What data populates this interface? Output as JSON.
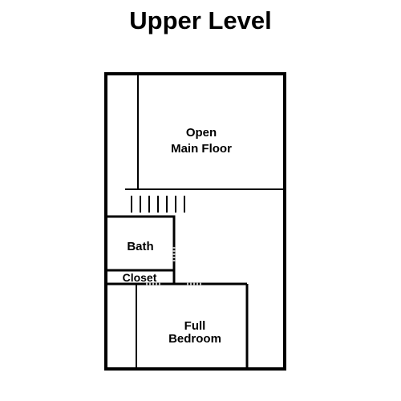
{
  "title": "Upper Level",
  "rooms": {
    "main_floor": {
      "line1": "Open",
      "line2": "Main Floor"
    },
    "bath": {
      "label": "Bath"
    },
    "closet": {
      "label": "Closet"
    },
    "bedroom": {
      "line1": "Full",
      "line2": "Bedroom"
    }
  },
  "colors": {
    "wall": "#000000",
    "door": "#bbbbbb",
    "background": "#ffffff"
  }
}
